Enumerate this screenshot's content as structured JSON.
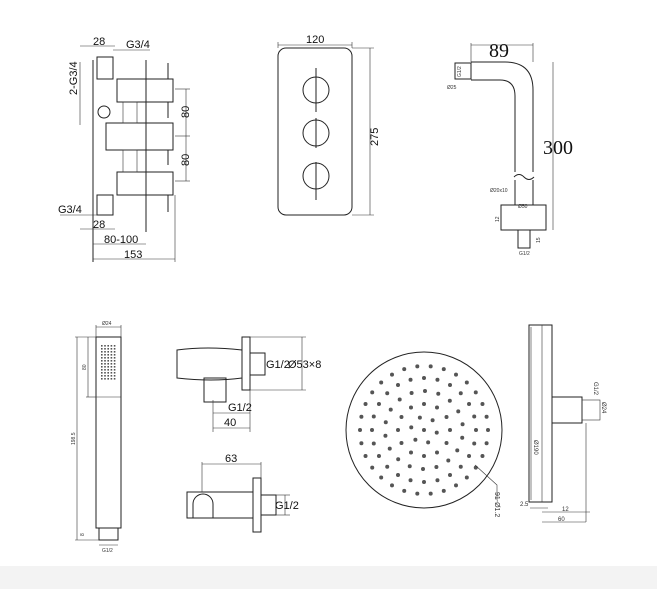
{
  "valve_side": {
    "top_28": "28",
    "top_g34": "G3/4",
    "inlet_2g34": "2-G3/4",
    "spacing_1": "80",
    "spacing_2": "80",
    "bottom_g34": "G3/4",
    "bottom_28": "28",
    "depth_range": "80-100",
    "total_depth": "153"
  },
  "valve_front": {
    "width": "120",
    "height": "275"
  },
  "shower_arm": {
    "length": "89",
    "height": "300",
    "nut_thread": "G1/2",
    "wall_gap": "Ø25",
    "pipe_dia": "Ø20x10",
    "flange_dia": "Ø50",
    "flange_h": "12",
    "nipple_h": "15",
    "base_thread": "G1/2"
  },
  "hand_shower": {
    "diameter": "Ø24",
    "head_length": "80",
    "length": "198.5",
    "thread_len": "8",
    "thread": "G1/2"
  },
  "wall_outlet_holder": {
    "thread_side": "G1/2",
    "flange": "Ø53×8",
    "thread_down": "G1/2",
    "projection": "40"
  },
  "wall_outlet": {
    "projection": "63",
    "thread": "G1/2"
  },
  "shower_head": {
    "nozzles": "91-Ø1.2",
    "diameter": "Ø190",
    "thread": "G1/2",
    "arm_dia": "Ø24",
    "thickness": "2.5",
    "offset": "12",
    "depth": "60"
  }
}
